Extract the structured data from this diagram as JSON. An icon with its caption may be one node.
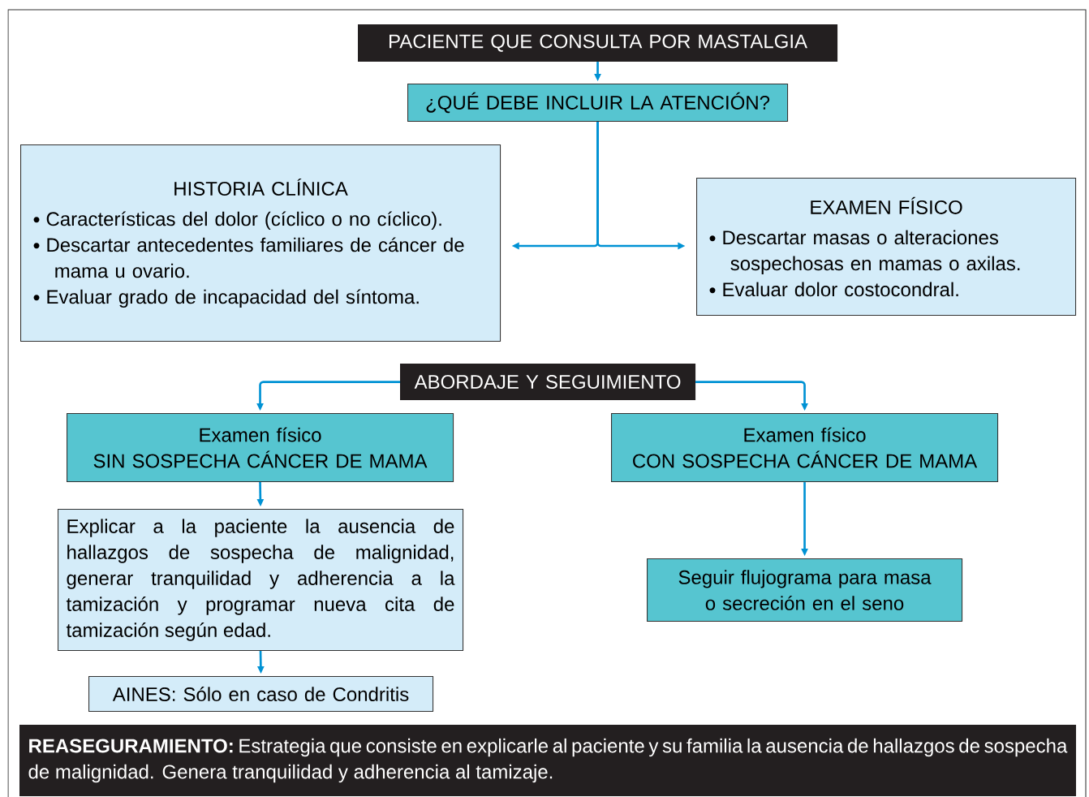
{
  "diagram": {
    "nodes": [
      {
        "text": [
          "PACIENTE QUE CONSULTA  POR MASTALGIA"
        ]
      },
      {
        "text": [
          "¿QUÉ DEBE INCLUIR LA ATENCIÓN?"
        ]
      },
      {
        "text": [
          "HISTORIA CLÍNICA",
          "Características del dolor (cíclico o no cíclico).",
          "Descartar antecedentes familiares de cáncer de mama u ovario.",
          "Evaluar grado de incapacidad del síntoma."
        ]
      },
      {
        "text": [
          "EXAMEN FÍSICO",
          "Descartar masas o alteraciones sospechosas en mamas o axilas.",
          "Evaluar dolor costocondral."
        ]
      },
      {
        "text": [
          "ABORDAJE Y SEGUIMIENTO"
        ]
      },
      {
        "text": [
          "Examen físico",
          "SIN SOSPECHA CÁNCER DE MAMA"
        ]
      },
      {
        "text": [
          "Examen físico",
          "CON SOSPECHA CÁNCER DE MAMA"
        ]
      },
      {
        "text": [
          "Explicar a la paciente la ausencia de hallazgos de sospecha de malignidad, generar tranquilidad y adherencia a la tamización y programar nueva cita de tamización según edad."
        ]
      },
      {
        "text": [
          "Seguir flujograma para masa o secreción en el  seno"
        ]
      },
      {
        "text": [
          "AINES: Sólo en caso de Condritis"
        ]
      },
      {
        "text": [
          "**REASEGURAMIENTO:** Estrategia que consiste en explicarle al paciente y su familia la ausencia de hallazgos de sospecha de malignidad. Genera tranquilidad y adherencia al tamizaje."
        ]
      }
    ],
    "edges": [
      {
        "from": 0,
        "to": 1,
        "arrow": "to"
      },
      {
        "from": 1,
        "to": 2,
        "arrow": "to"
      },
      {
        "from": 1,
        "to": 3,
        "arrow": "to"
      },
      {
        "from": 4,
        "to": 5,
        "arrow": "to"
      },
      {
        "from": 4,
        "to": 6,
        "arrow": "to"
      },
      {
        "from": 5,
        "to": 7,
        "arrow": "to"
      },
      {
        "from": 6,
        "to": 8,
        "arrow": "to"
      },
      {
        "from": 7,
        "to": 9,
        "arrow": "to"
      }
    ]
  }
}
